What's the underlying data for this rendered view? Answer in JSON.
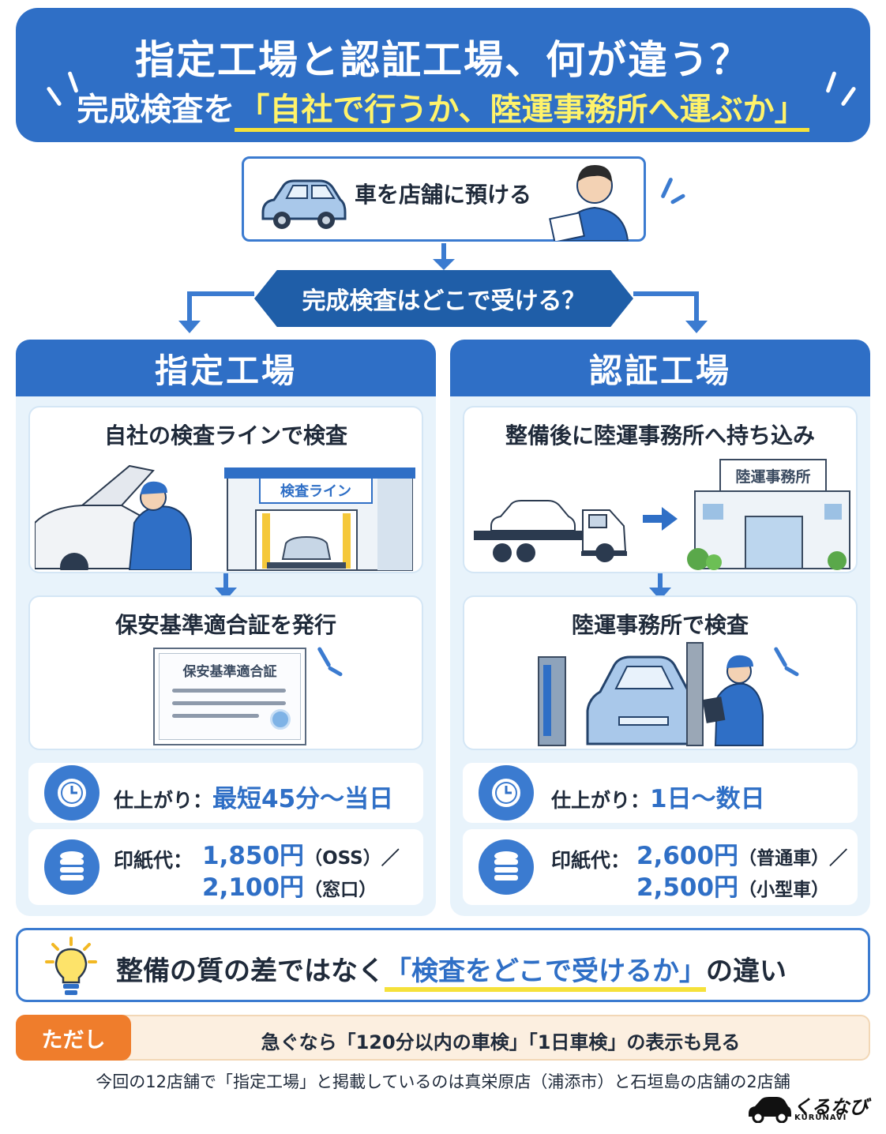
{
  "header": {
    "title_line1": "指定工場と認証工場、何が違う？",
    "title_line2_prefix": "完成検査を",
    "title_line2_highlight": "「自社で行うか、陸運事務所へ運ぶか」"
  },
  "step": {
    "label": "車を店舗に預ける"
  },
  "question": "完成検査はどこで受ける？",
  "designated": {
    "heading": "指定工場",
    "card1_title": "自社の検査ラインで検査",
    "inspection_line_sign": "検査ライン",
    "card2_title": "保安基準適合証を発行",
    "certificate_title": "保安基準適合証",
    "time_label": "仕上がり：",
    "time_value": "最短45分～当日",
    "fee_label": "印紙代：",
    "fee_value1": "1,850円",
    "fee_note1": "（OSS）／",
    "fee_value2": "2,100円",
    "fee_note2": "（窓口）"
  },
  "certified": {
    "heading": "認証工場",
    "card1_title": "整備後に陸運事務所へ持ち込み",
    "office_sign": "陸運事務所",
    "card2_title": "陸運事務所で検査",
    "time_label": "仕上がり：",
    "time_value": "1日～数日",
    "fee_label": "印紙代：",
    "fee_value1": "2,600円",
    "fee_note1": "（普通車）／",
    "fee_value2": "2,500円",
    "fee_note2": "（小型車）"
  },
  "summary": {
    "prefix": "整備の質の差ではなく",
    "highlight": "「検査をどこで受けるか」",
    "suffix": "の違い"
  },
  "note": {
    "badge": "ただし",
    "text": "急ぐなら「120分以内の車検」「1日車検」の表示も見る"
  },
  "footnote": "今回の12店舗で「指定工場」と掲載しているのは真栄原店（浦添市）と石垣島の店舗の2店舗",
  "brand": {
    "name": "くるなび",
    "romaji": "KURUNAVI"
  },
  "colors": {
    "primary": "#2f6fc6",
    "dark": "#1f5ea8",
    "highlight": "#f5e13a",
    "accent": "#ef7d2c"
  }
}
